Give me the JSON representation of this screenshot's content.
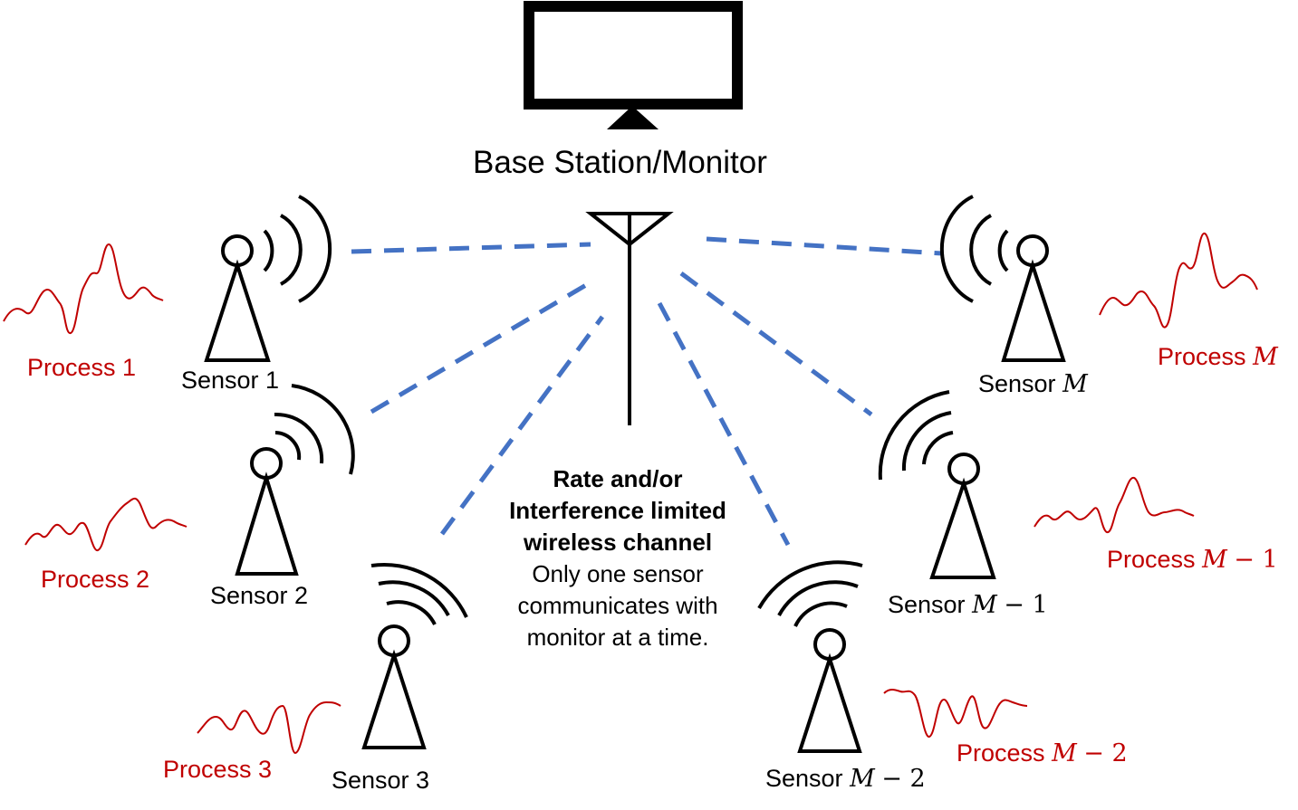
{
  "base_station": {
    "label": "Base Station/Monitor"
  },
  "channel": {
    "title": "Rate and/or Interference limited wireless channel",
    "description": "Only one sensor communicates with monitor at a time."
  },
  "sensors": [
    {
      "label": "Sensor 1",
      "process": "Process 1"
    },
    {
      "label": "Sensor 2",
      "process": "Process 2"
    },
    {
      "label": "Sensor 3",
      "process": "Process 3"
    },
    {
      "label": "Sensor",
      "symbol": "M",
      "process": "Process",
      "process_symbol": "M"
    },
    {
      "label": "Sensor",
      "symbol": "M",
      "suffix": "− 1",
      "process": "Process",
      "process_symbol": "M",
      "process_suffix": "− 1"
    },
    {
      "label": "Sensor",
      "symbol": "M",
      "suffix": "− 2",
      "process": "Process",
      "process_symbol": "M",
      "process_suffix": "− 2"
    }
  ],
  "colors": {
    "link": "#4472c4",
    "signal": "#c00000",
    "ink": "#000000"
  }
}
